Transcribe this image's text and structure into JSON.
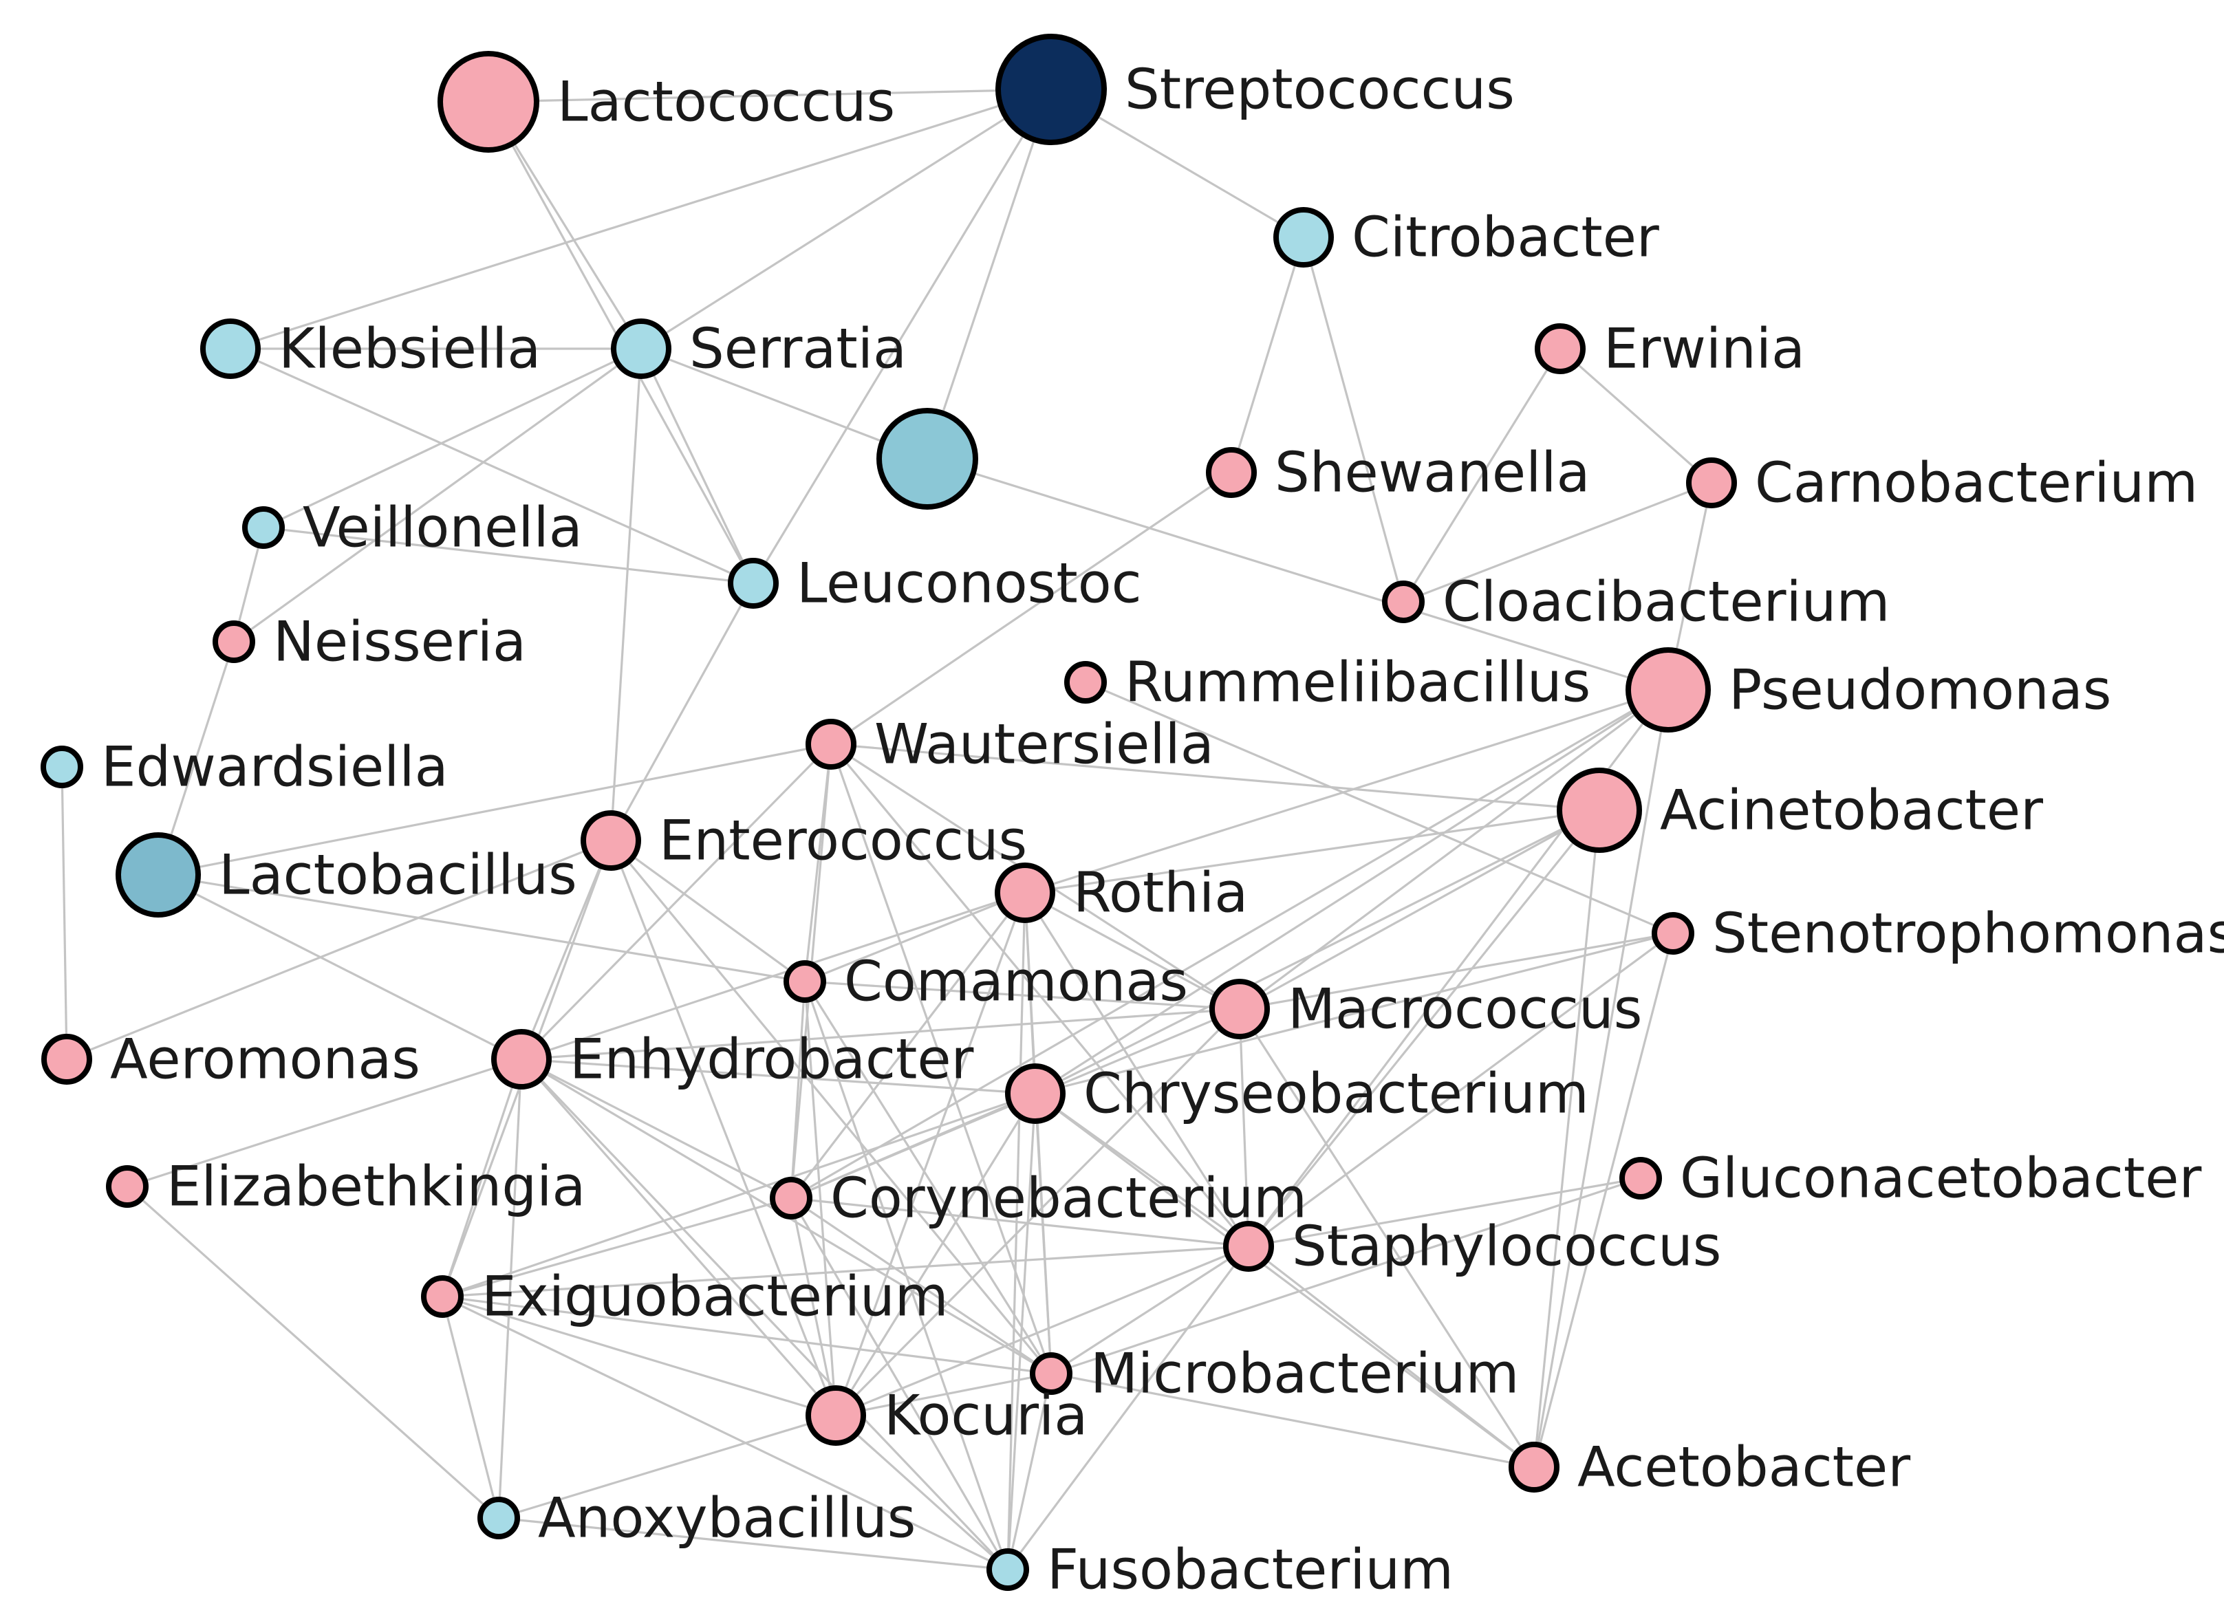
{
  "colors": {
    "pink": "#f6a8b2",
    "lightblue": "#a6dbe6",
    "blue": "#8bc7d6",
    "steelblue": "#7db9cc",
    "navy": "#0c2d5c",
    "edge": "#c4c4c4"
  },
  "nodes": [
    {
      "id": "streptococcus",
      "label": "Streptococcus",
      "color": "navy",
      "size": "xl"
    },
    {
      "id": "lactococcus",
      "label": "Lactococcus",
      "color": "pink",
      "size": "l"
    },
    {
      "id": "citrobacter",
      "label": "Citrobacter",
      "color": "lightblue",
      "size": "s"
    },
    {
      "id": "klebsiella",
      "label": "Klebsiella",
      "color": "lightblue",
      "size": "s"
    },
    {
      "id": "serratia",
      "label": "Serratia",
      "color": "lightblue",
      "size": "s"
    },
    {
      "id": "erwinia",
      "label": "Erwinia",
      "color": "pink",
      "size": "xs"
    },
    {
      "id": "unlabeled-hub",
      "label": "",
      "color": "blue",
      "size": "l"
    },
    {
      "id": "shewanella",
      "label": "Shewanella",
      "color": "pink",
      "size": "xs"
    },
    {
      "id": "carnobacterium",
      "label": "Carnobacterium",
      "color": "pink",
      "size": "xs"
    },
    {
      "id": "veillonella",
      "label": "Veillonella",
      "color": "lightblue",
      "size": "xxs"
    },
    {
      "id": "leuconostoc",
      "label": "Leuconostoc",
      "color": "lightblue",
      "size": "xs"
    },
    {
      "id": "cloacibacterium",
      "label": "Cloacibacterium",
      "color": "pink",
      "size": "xxs"
    },
    {
      "id": "neisseria",
      "label": "Neisseria",
      "color": "pink",
      "size": "xxs"
    },
    {
      "id": "rummeliibacillus",
      "label": "Rummeliibacillus",
      "color": "pink",
      "size": "xxs"
    },
    {
      "id": "pseudomonas",
      "label": "Pseudomonas",
      "color": "pink",
      "size": "m"
    },
    {
      "id": "wautersiella",
      "label": "Wautersiella",
      "color": "pink",
      "size": "xs"
    },
    {
      "id": "edwardsiella",
      "label": "Edwardsiella",
      "color": "lightblue",
      "size": "xxs"
    },
    {
      "id": "acinetobacter",
      "label": "Acinetobacter",
      "color": "pink",
      "size": "m"
    },
    {
      "id": "enterococcus",
      "label": "Enterococcus",
      "color": "pink",
      "size": "s"
    },
    {
      "id": "lactobacillus",
      "label": "Lactobacillus",
      "color": "steelblue",
      "size": "m"
    },
    {
      "id": "rothia",
      "label": "Rothia",
      "color": "pink",
      "size": "s"
    },
    {
      "id": "stenotrophomonas",
      "label": "Stenotrophomonas",
      "color": "pink",
      "size": "xxs"
    },
    {
      "id": "comamonas",
      "label": "Comamonas",
      "color": "pink",
      "size": "xxs"
    },
    {
      "id": "macrococcus",
      "label": "Macrococcus",
      "color": "pink",
      "size": "s"
    },
    {
      "id": "aeromonas",
      "label": "Aeromonas",
      "color": "pink",
      "size": "xs"
    },
    {
      "id": "enhydrobacter",
      "label": "Enhydrobacter",
      "color": "pink",
      "size": "s"
    },
    {
      "id": "chryseobacterium",
      "label": "Chryseobacterium",
      "color": "pink",
      "size": "s"
    },
    {
      "id": "elizabethkingia",
      "label": "Elizabethkingia",
      "color": "pink",
      "size": "xxs"
    },
    {
      "id": "gluconacetobacter",
      "label": "Gluconacetobacter",
      "color": "pink",
      "size": "xxs"
    },
    {
      "id": "corynebacterium",
      "label": "Corynebacterium",
      "color": "pink",
      "size": "xxs"
    },
    {
      "id": "staphylococcus",
      "label": "Staphylococcus",
      "color": "pink",
      "size": "xs"
    },
    {
      "id": "exiguobacterium",
      "label": "Exiguobacterium",
      "color": "pink",
      "size": "xxs"
    },
    {
      "id": "microbacterium",
      "label": "Microbacterium",
      "color": "pink",
      "size": "xxs"
    },
    {
      "id": "kocuria",
      "label": "Kocuria",
      "color": "pink",
      "size": "s"
    },
    {
      "id": "acetobacter",
      "label": "Acetobacter",
      "color": "pink",
      "size": "xs"
    },
    {
      "id": "anoxybacillus",
      "label": "Anoxybacillus",
      "color": "lightblue",
      "size": "xxs"
    },
    {
      "id": "fusobacterium",
      "label": "Fusobacterium",
      "color": "lightblue",
      "size": "xxs"
    }
  ],
  "edges": [
    [
      "lactococcus",
      "streptococcus"
    ],
    [
      "lactococcus",
      "serratia"
    ],
    [
      "lactococcus",
      "leuconostoc"
    ],
    [
      "streptococcus",
      "klebsiella"
    ],
    [
      "streptococcus",
      "serratia"
    ],
    [
      "streptococcus",
      "leuconostoc"
    ],
    [
      "streptococcus",
      "unlabeled-hub"
    ],
    [
      "streptococcus",
      "citrobacter"
    ],
    [
      "citrobacter",
      "shewanella"
    ],
    [
      "citrobacter",
      "cloacibacterium"
    ],
    [
      "klebsiella",
      "serratia"
    ],
    [
      "serratia",
      "veillonella"
    ],
    [
      "serratia",
      "neisseria"
    ],
    [
      "serratia",
      "leuconostoc"
    ],
    [
      "serratia",
      "unlabeled-hub"
    ],
    [
      "serratia",
      "enterococcus"
    ],
    [
      "klebsiella",
      "leuconostoc"
    ],
    [
      "veillonella",
      "leuconostoc"
    ],
    [
      "veillonella",
      "neisseria"
    ],
    [
      "neisseria",
      "lactobacillus"
    ],
    [
      "edwardsiella",
      "aeromonas"
    ],
    [
      "erwinia",
      "cloacibacterium"
    ],
    [
      "erwinia",
      "carnobacterium"
    ],
    [
      "carnobacterium",
      "cloacibacterium"
    ],
    [
      "carnobacterium",
      "pseudomonas"
    ],
    [
      "shewanella",
      "wautersiella"
    ],
    [
      "unlabeled-hub",
      "pseudomonas"
    ],
    [
      "leuconostoc",
      "enterococcus"
    ],
    [
      "enterococcus",
      "comamonas"
    ],
    [
      "enterococcus",
      "enhydrobacter"
    ],
    [
      "enterococcus",
      "exiguobacterium"
    ],
    [
      "enterococcus",
      "kocuria"
    ],
    [
      "enterococcus",
      "aeromonas"
    ],
    [
      "enterococcus",
      "microbacterium"
    ],
    [
      "lactobacillus",
      "enhydrobacter"
    ],
    [
      "lactobacillus",
      "wautersiella"
    ],
    [
      "lactobacillus",
      "comamonas"
    ],
    [
      "rummeliibacillus",
      "stenotrophomonas"
    ],
    [
      "wautersiella",
      "acinetobacter"
    ],
    [
      "wautersiella",
      "macrococcus"
    ],
    [
      "wautersiella",
      "enhydrobacter"
    ],
    [
      "wautersiella",
      "corynebacterium"
    ],
    [
      "wautersiella",
      "staphylococcus"
    ],
    [
      "wautersiella",
      "comamonas"
    ],
    [
      "wautersiella",
      "microbacterium"
    ],
    [
      "pseudomonas",
      "rothia"
    ],
    [
      "pseudomonas",
      "macrococcus"
    ],
    [
      "pseudomonas",
      "staphylococcus"
    ],
    [
      "pseudomonas",
      "acetobacter"
    ],
    [
      "pseudomonas",
      "chryseobacterium"
    ],
    [
      "pseudomonas",
      "corynebacterium"
    ],
    [
      "acinetobacter",
      "rothia"
    ],
    [
      "acinetobacter",
      "chryseobacterium"
    ],
    [
      "acinetobacter",
      "staphylococcus"
    ],
    [
      "acinetobacter",
      "macrococcus"
    ],
    [
      "acinetobacter",
      "acetobacter"
    ],
    [
      "rothia",
      "enhydrobacter"
    ],
    [
      "rothia",
      "comamonas"
    ],
    [
      "rothia",
      "corynebacterium"
    ],
    [
      "rothia",
      "kocuria"
    ],
    [
      "rothia",
      "microbacterium"
    ],
    [
      "rothia",
      "staphylococcus"
    ],
    [
      "rothia",
      "fusobacterium"
    ],
    [
      "rothia",
      "macrococcus"
    ],
    [
      "rothia",
      "chryseobacterium"
    ],
    [
      "stenotrophomonas",
      "macrococcus"
    ],
    [
      "stenotrophomonas",
      "acetobacter"
    ],
    [
      "stenotrophomonas",
      "staphylococcus"
    ],
    [
      "stenotrophomonas",
      "chryseobacterium"
    ],
    [
      "comamonas",
      "macrococcus"
    ],
    [
      "comamonas",
      "kocuria"
    ],
    [
      "comamonas",
      "corynebacterium"
    ],
    [
      "comamonas",
      "fusobacterium"
    ],
    [
      "comamonas",
      "microbacterium"
    ],
    [
      "macrococcus",
      "enhydrobacter"
    ],
    [
      "macrococcus",
      "corynebacterium"
    ],
    [
      "macrococcus",
      "kocuria"
    ],
    [
      "macrococcus",
      "staphylococcus"
    ],
    [
      "macrococcus",
      "acetobacter"
    ],
    [
      "enhydrobacter",
      "chryseobacterium"
    ],
    [
      "enhydrobacter",
      "elizabethkingia"
    ],
    [
      "enhydrobacter",
      "exiguobacterium"
    ],
    [
      "enhydrobacter",
      "kocuria"
    ],
    [
      "enhydrobacter",
      "microbacterium"
    ],
    [
      "enhydrobacter",
      "fusobacterium"
    ],
    [
      "enhydrobacter",
      "anoxybacillus"
    ],
    [
      "enhydrobacter",
      "corynebacterium"
    ],
    [
      "chryseobacterium",
      "exiguobacterium"
    ],
    [
      "chryseobacterium",
      "corynebacterium"
    ],
    [
      "chryseobacterium",
      "kocuria"
    ],
    [
      "chryseobacterium",
      "microbacterium"
    ],
    [
      "chryseobacterium",
      "staphylococcus"
    ],
    [
      "chryseobacterium",
      "acetobacter"
    ],
    [
      "chryseobacterium",
      "fusobacterium"
    ],
    [
      "elizabethkingia",
      "anoxybacillus"
    ],
    [
      "gluconacetobacter",
      "staphylococcus"
    ],
    [
      "gluconacetobacter",
      "microbacterium"
    ],
    [
      "corynebacterium",
      "exiguobacterium"
    ],
    [
      "corynebacterium",
      "staphylococcus"
    ],
    [
      "corynebacterium",
      "kocuria"
    ],
    [
      "corynebacterium",
      "microbacterium"
    ],
    [
      "corynebacterium",
      "fusobacterium"
    ],
    [
      "staphylococcus",
      "kocuria"
    ],
    [
      "staphylococcus",
      "exiguobacterium"
    ],
    [
      "staphylococcus",
      "microbacterium"
    ],
    [
      "staphylococcus",
      "acetobacter"
    ],
    [
      "staphylococcus",
      "fusobacterium"
    ],
    [
      "exiguobacterium",
      "kocuria"
    ],
    [
      "exiguobacterium",
      "anoxybacillus"
    ],
    [
      "exiguobacterium",
      "fusobacterium"
    ],
    [
      "exiguobacterium",
      "microbacterium"
    ],
    [
      "microbacterium",
      "kocuria"
    ],
    [
      "microbacterium",
      "acetobacter"
    ],
    [
      "microbacterium",
      "fusobacterium"
    ],
    [
      "kocuria",
      "fusobacterium"
    ],
    [
      "kocuria",
      "anoxybacillus"
    ],
    [
      "anoxybacillus",
      "fusobacterium"
    ]
  ]
}
